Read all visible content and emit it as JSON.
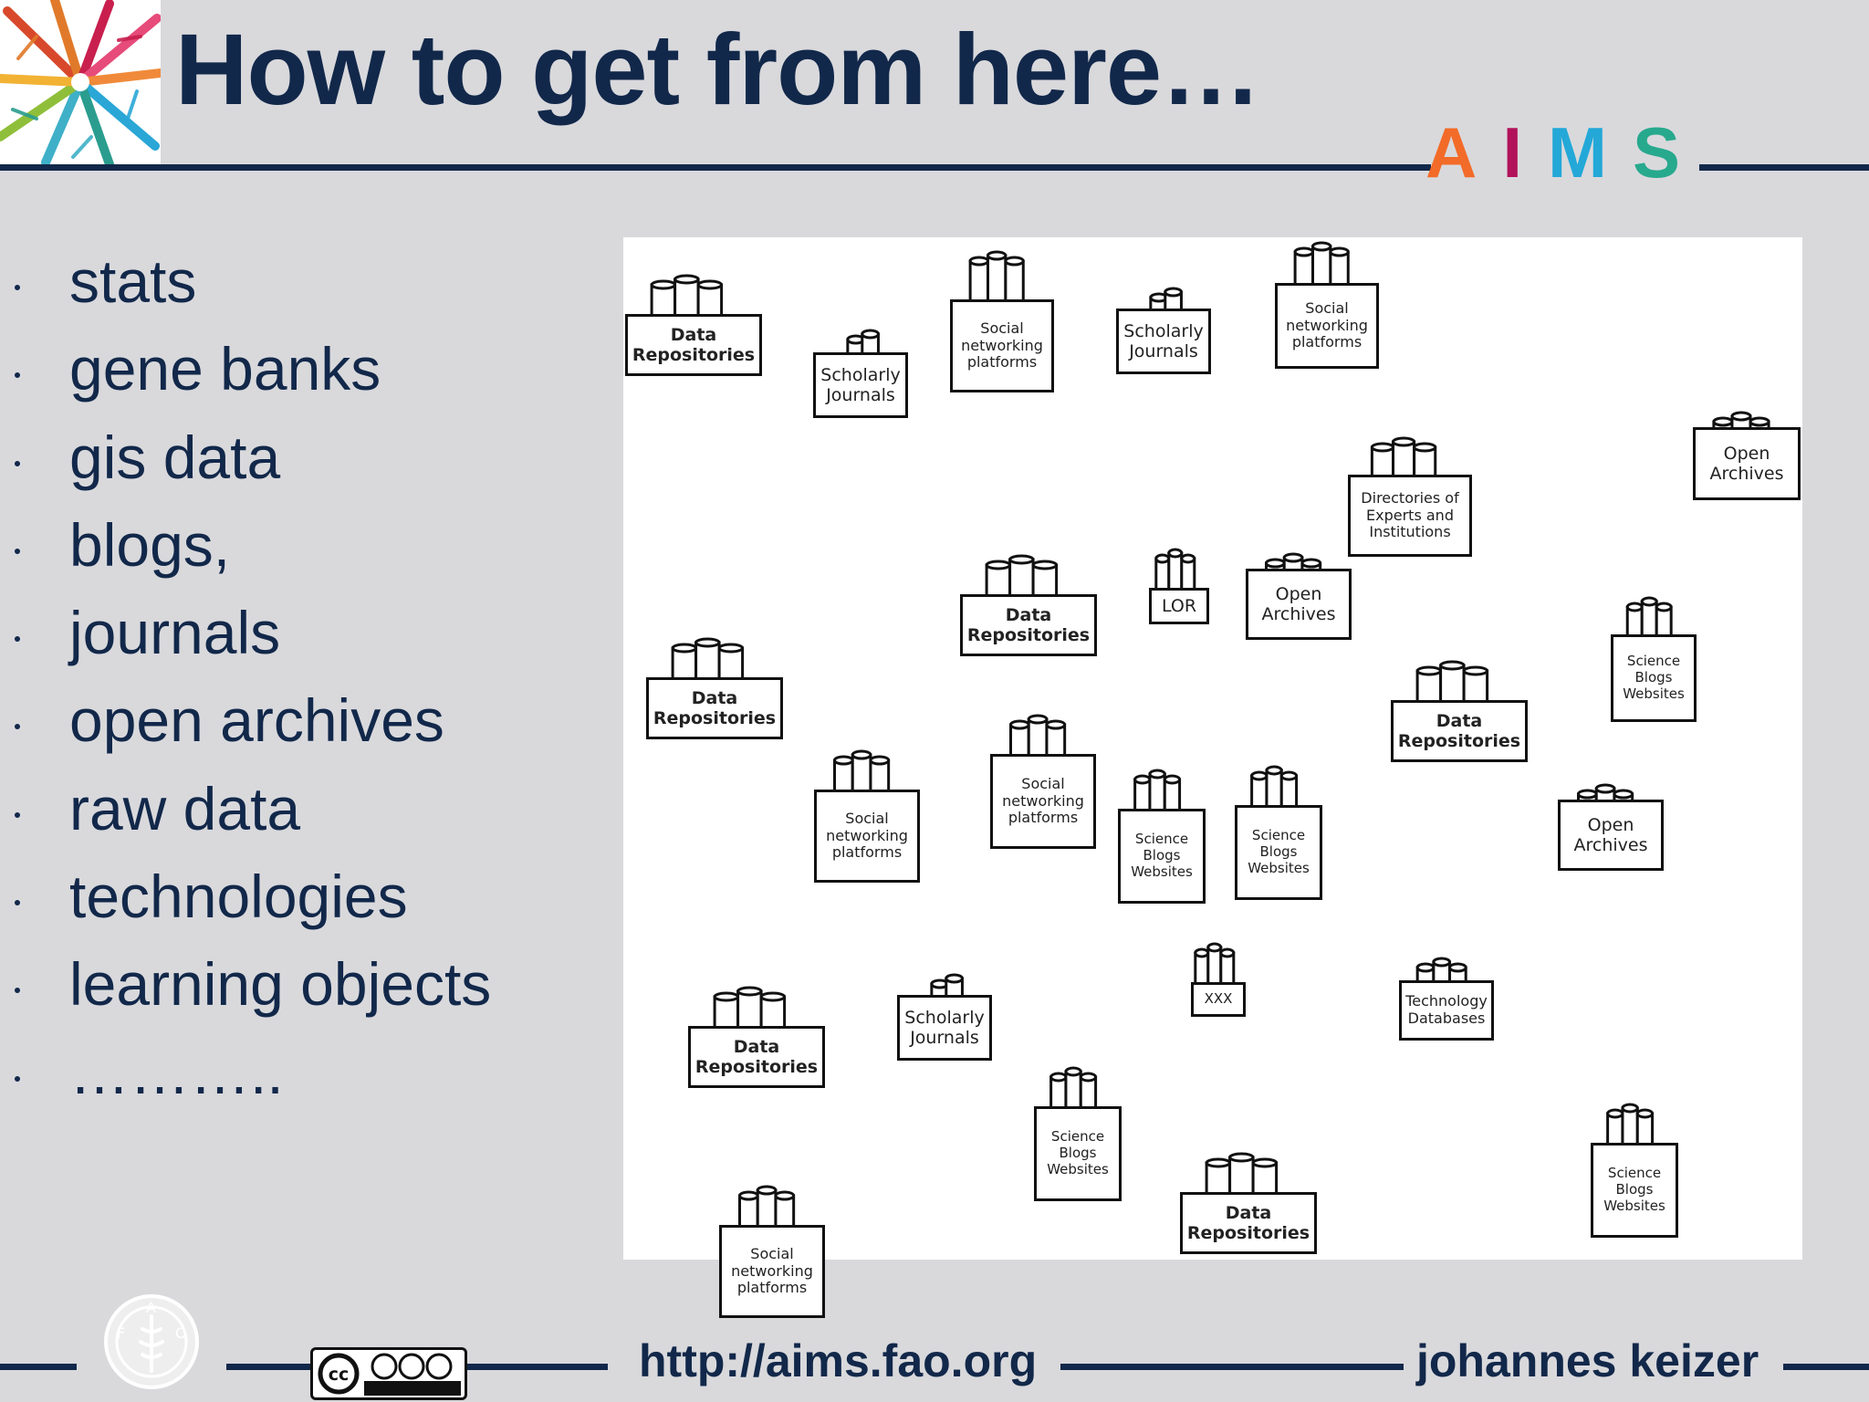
{
  "title": "How to get from here…",
  "brand": {
    "letters": [
      "A",
      "I",
      "M",
      "S"
    ],
    "colors": [
      "#f26b28",
      "#b2125a",
      "#23a8d8",
      "#27a98e"
    ]
  },
  "colors": {
    "navy": "#12284a",
    "background": "#d9d9dc"
  },
  "bullets": [
    "stats",
    "gene banks",
    "gis data",
    "blogs,",
    "journals",
    "open archives",
    "raw data",
    "technologies",
    "learning objects",
    "……….."
  ],
  "diagram_nodes": [
    {
      "label": "Data Repositories",
      "icon": "database-cluster-icon"
    },
    {
      "label": "Scholarly Journals",
      "icon": "journal-stack-icon"
    },
    {
      "label": "Social networking platforms",
      "icon": "database-cluster-icon"
    },
    {
      "label": "Scholarly Journals",
      "icon": "journal-stack-icon"
    },
    {
      "label": "Social networking platforms",
      "icon": "database-cluster-icon"
    },
    {
      "label": "Open Archives",
      "icon": "database-cluster-icon"
    },
    {
      "label": "Directories of Experts and Institutions",
      "icon": "database-cluster-icon"
    },
    {
      "label": "Data Repositories",
      "icon": "database-cluster-icon"
    },
    {
      "label": "LOR",
      "icon": "database-cluster-icon"
    },
    {
      "label": "Open Archives",
      "icon": "database-cluster-icon"
    },
    {
      "label": "Data Repositories",
      "icon": "database-cluster-icon"
    },
    {
      "label": "Data Repositories",
      "icon": "database-cluster-icon"
    },
    {
      "label": "Science Blogs Websites",
      "icon": "database-cluster-icon"
    },
    {
      "label": "Social networking platforms",
      "icon": "database-cluster-icon"
    },
    {
      "label": "Science Blogs Websites",
      "icon": "database-cluster-icon"
    },
    {
      "label": "Science Blogs Websites",
      "icon": "database-cluster-icon"
    },
    {
      "label": "Social networking platforms",
      "icon": "database-cluster-icon"
    },
    {
      "label": "Open Archives",
      "icon": "database-cluster-icon"
    },
    {
      "label": "Data Repositories",
      "icon": "database-cluster-icon"
    },
    {
      "label": "XXX",
      "icon": "database-cluster-icon"
    },
    {
      "label": "Technology Databases",
      "icon": "database-cluster-icon"
    },
    {
      "label": "Scholarly Journals",
      "icon": "journal-stack-icon"
    },
    {
      "label": "Science Blogs Websites",
      "icon": "database-cluster-icon"
    },
    {
      "label": "Data Repositories",
      "icon": "database-cluster-icon"
    },
    {
      "label": "Science Blogs Websites",
      "icon": "database-cluster-icon"
    },
    {
      "label": "Social networking platforms",
      "icon": "database-cluster-icon"
    }
  ],
  "footer": {
    "url": "http://aims.fao.org",
    "author": "johannes keizer",
    "license_badge": "CC BY NC SA",
    "org_logo": "FAO FIAT PANIS"
  }
}
